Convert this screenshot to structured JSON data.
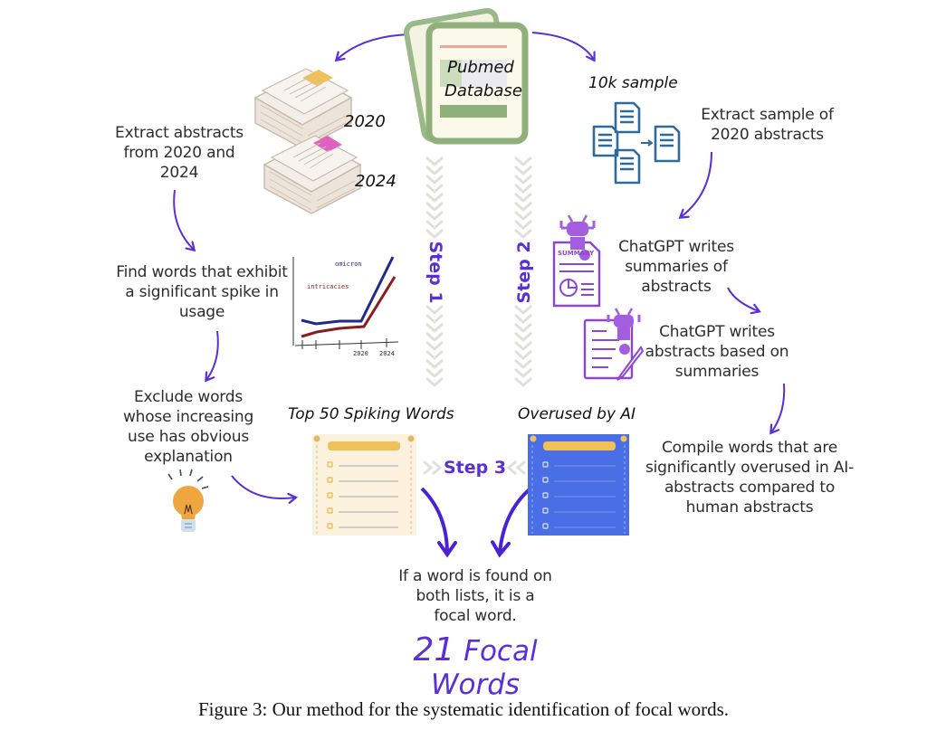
{
  "database": {
    "line1": "Pubmed",
    "line2": "Database"
  },
  "years": {
    "first": "2020",
    "second": "2024"
  },
  "left_column": {
    "extract": "Extract abstracts from 2020 and 2024",
    "find": "Find words that exhibit a significant spike in usage",
    "exclude": "Exclude words whose increasing use has obvious explanation"
  },
  "mini_chart": {
    "series_top_label": "omicron",
    "series_bottom_label": "intricacies",
    "tick_labels": [
      "2020",
      "2024"
    ],
    "colors": {
      "top": "#1f2a8a",
      "bottom": "#8b1c1c"
    }
  },
  "right_column": {
    "sample_title": "10k sample",
    "extract_sample": "Extract sample of 2020 abstracts",
    "summaries": "ChatGPT writes summaries of abstracts",
    "summary_icon_label": "SUMMARY",
    "rewrite": "ChatGPT writes abstracts based on summaries",
    "compile": "Compile words that are significantly overused in AI-abstracts compared to human abstracts"
  },
  "steps": {
    "step1": "Step 1",
    "step2": "Step 2",
    "step3": "Step 3"
  },
  "lists": {
    "left_title": "Top 50 Spiking Words",
    "right_title": "Overused by AI"
  },
  "result": {
    "rule": "If a word is found on both lists, it is a focal word.",
    "count": "21",
    "label": "Focal Words"
  },
  "caption": "Figure 3: Our method for the systematic identification of focal words.",
  "colors": {
    "accent": "#5a2fd6",
    "db_green": "#8fb07a",
    "doc_blue": "#2f6a9c",
    "robot_purple": "#a35ee0",
    "list_cream": "#fbf1dc",
    "list_blue": "#4a6ee6",
    "highlight_yellow": "#f0c05a",
    "highlight_pink": "#e060c0",
    "bulb_orange": "#f0a640"
  }
}
